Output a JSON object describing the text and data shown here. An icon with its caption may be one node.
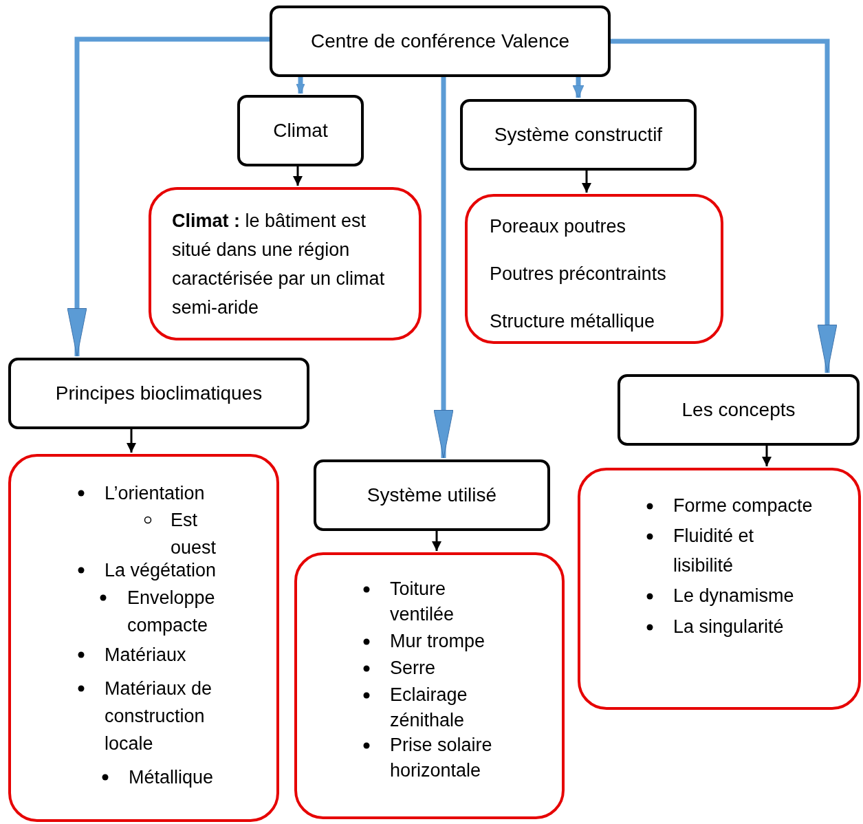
{
  "diagram": {
    "nodes": [
      {
        "text": [
          "Centre de conférence Valence"
        ]
      },
      {
        "text": [
          "Climat"
        ]
      },
      {
        "text": [
          "**Climat :** le bâtiment est situé dans une région caractérisée par un climat semi-aride"
        ]
      },
      {
        "text": [
          "Système constructif"
        ]
      },
      {
        "text": [
          "Poreaux poutres",
          "Poutres précontraints",
          "Structure métallique"
        ]
      },
      {
        "text": [
          "Principes bioclimatiques"
        ]
      },
      {
        "text": [
          "L’orientation",
          "Est ouest",
          "La végétation",
          "Enveloppe compacte",
          "Matériaux",
          "Matériaux de construction locale",
          "Métallique"
        ]
      },
      {
        "text": [
          "Système utilisé"
        ]
      },
      {
        "text": [
          "Toiture ventilée",
          "Mur trompe",
          "Serre",
          "Eclairage zénithale",
          "Prise solaire horizontale"
        ]
      },
      {
        "text": [
          "Les concepts"
        ]
      },
      {
        "text": [
          "Forme compacte",
          "Fluidité et lisibilité",
          "Le dynamisme",
          "La singularité"
        ]
      }
    ],
    "edges": [
      {
        "from": 0,
        "to": 5,
        "arrow": "to",
        "style": "thick",
        "color": "#5b9bd5"
      },
      {
        "from": 0,
        "to": 1,
        "arrow": "to",
        "style": "thick",
        "color": "#5b9bd5"
      },
      {
        "from": 0,
        "to": 7,
        "arrow": "to",
        "style": "thick",
        "color": "#5b9bd5"
      },
      {
        "from": 0,
        "to": 3,
        "arrow": "to",
        "style": "thick",
        "color": "#5b9bd5"
      },
      {
        "from": 0,
        "to": 9,
        "arrow": "to",
        "style": "thick",
        "color": "#5b9bd5"
      },
      {
        "from": 1,
        "to": 2,
        "arrow": "to",
        "color": "#000000"
      },
      {
        "from": 3,
        "to": 4,
        "arrow": "to",
        "color": "#000000"
      },
      {
        "from": 5,
        "to": 6,
        "arrow": "to",
        "color": "#000000"
      },
      {
        "from": 7,
        "to": 8,
        "arrow": "to",
        "color": "#000000"
      },
      {
        "from": 9,
        "to": 10,
        "arrow": "to",
        "color": "#000000"
      }
    ]
  }
}
